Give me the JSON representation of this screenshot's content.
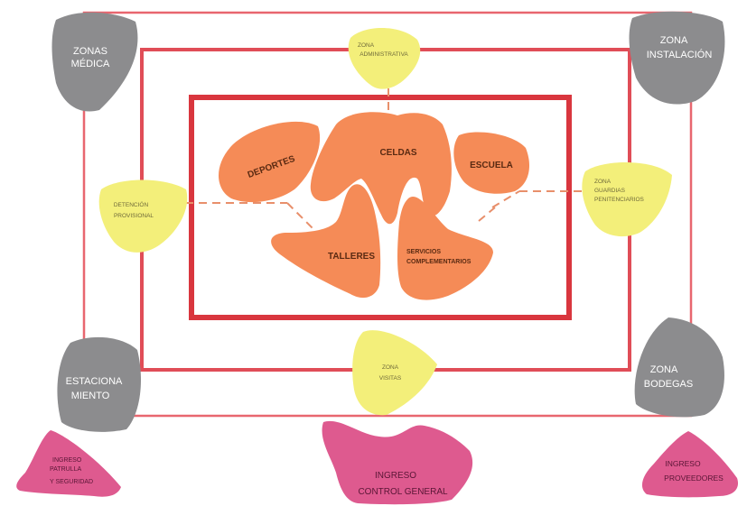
{
  "colors": {
    "frame": "#e8666f",
    "frame_inner": "#d9363e",
    "gray": "#8c8c8e",
    "yellow": "#f3ef7a",
    "orange": "#f58b57",
    "pink": "#de5a8f",
    "dash": "#e88f6b"
  },
  "zones": {
    "medica": [
      "ZONAS",
      "MÉDICA"
    ],
    "instalacion": [
      "ZONA",
      "INSTALACIÓN"
    ],
    "estacionamiento": [
      "ESTACIONA",
      "MIENTO"
    ],
    "bodegas": [
      "ZONA",
      "BODEGAS"
    ],
    "administrativa": [
      "ZONA",
      "ADMINISTRATIVA"
    ],
    "detencion": [
      "DETENCIÓN",
      "PROVISIONAL"
    ],
    "guardias": [
      "ZONA",
      "GUARDIAS",
      "PENITENCIARIOS"
    ],
    "visitas": [
      "ZONA",
      "VISITAS"
    ],
    "deportes": "DEPORTES",
    "celdas": "CELDAS",
    "escuela": "ESCUELA",
    "talleres": "TALLERES",
    "servicios": [
      "SERVICIOS",
      "COMPLEMENTARIOS"
    ],
    "ingreso_patrulla": [
      "INGRESO",
      "PATRULLA",
      "Y SEGURIDAD"
    ],
    "ingreso_control": [
      "INGRESO",
      "CONTROL GENERAL"
    ],
    "ingreso_proveedores": [
      "INGRESO",
      "PROVEEDORES"
    ]
  }
}
